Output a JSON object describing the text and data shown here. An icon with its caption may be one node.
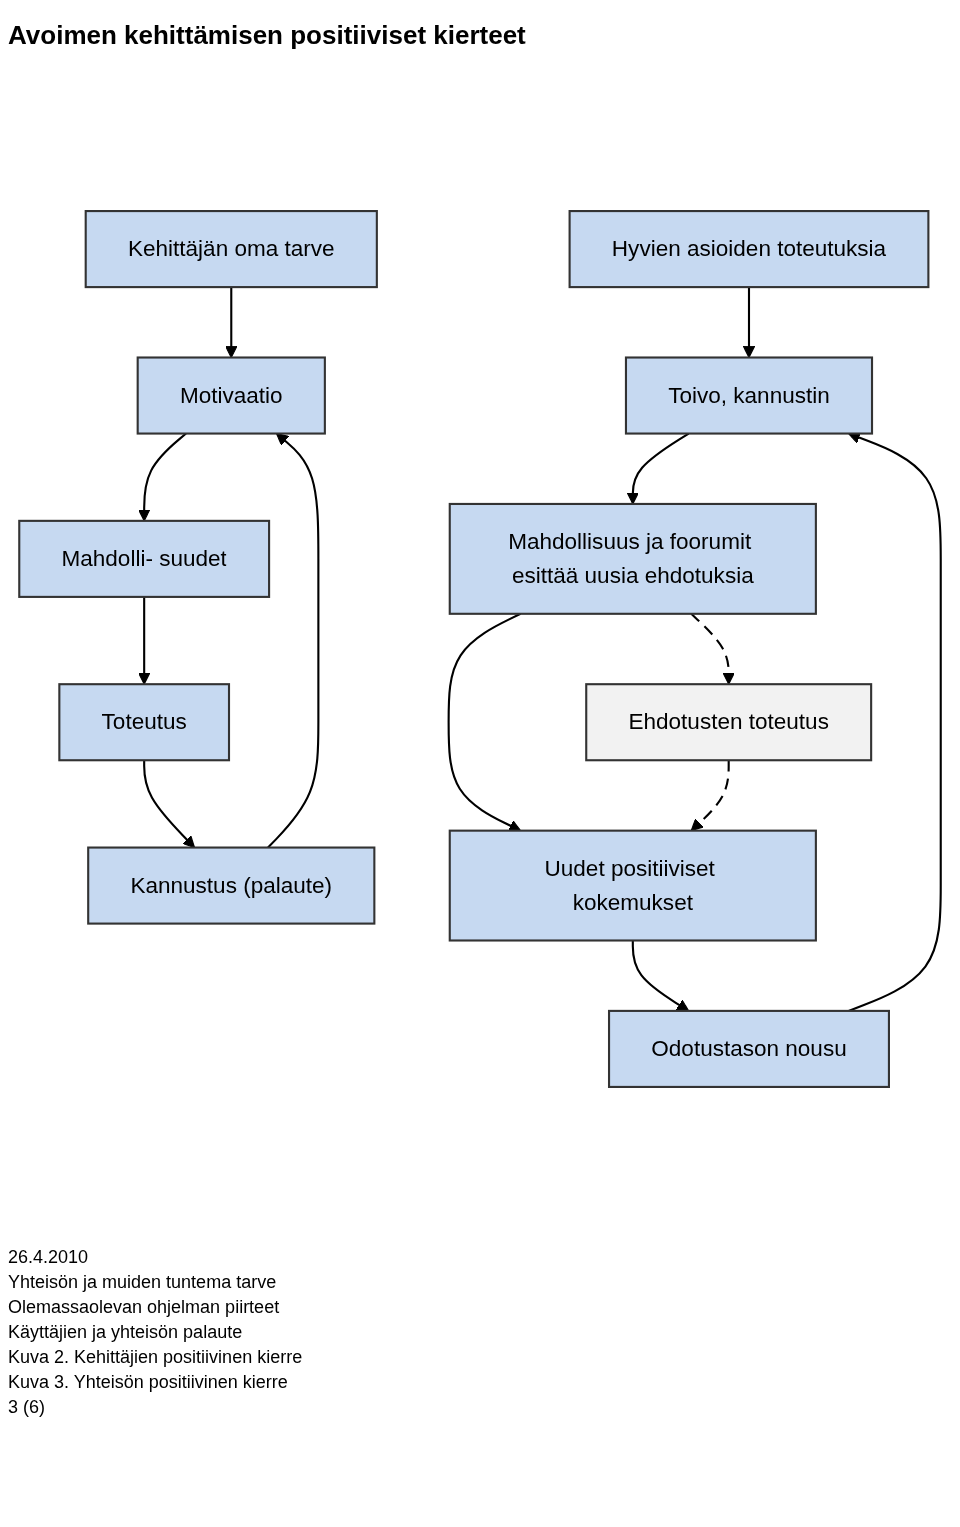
{
  "diagram": {
    "title": "Avoimen kehittämisen positiiviset kierteet",
    "nodes": [
      {
        "text": [
          "Kehittäjän oma tarve"
        ]
      },
      {
        "text": [
          "Motivaatio"
        ]
      },
      {
        "text": [
          "Mahdolli- suudet"
        ]
      },
      {
        "text": [
          "Toteutus"
        ]
      },
      {
        "text": [
          "Kannustus (palaute)"
        ]
      },
      {
        "text": [
          "Hyvien asioiden toteutuksia"
        ]
      },
      {
        "text": [
          "Toivo, kannustin"
        ]
      },
      {
        "text": [
          "Mahdollisuus ja foorumit esittää uusia ehdotuksia"
        ]
      },
      {
        "text": [
          "Uudet positiiviset kokemukset"
        ]
      },
      {
        "text": [
          "Odotustason nousu"
        ]
      },
      {
        "text": [
          "Ehdotusten toteutus"
        ]
      }
    ],
    "edges": [
      {
        "from": 0,
        "to": 1,
        "arrow": "to"
      },
      {
        "from": 1,
        "to": 2,
        "arrow": "to"
      },
      {
        "from": 2,
        "to": 3,
        "arrow": "to"
      },
      {
        "from": 3,
        "to": 4,
        "arrow": "to"
      },
      {
        "from": 4,
        "to": 1,
        "arrow": "to"
      },
      {
        "from": 5,
        "to": 6,
        "arrow": "to"
      },
      {
        "from": 6,
        "to": 7,
        "arrow": "to"
      },
      {
        "from": 7,
        "to": 8,
        "arrow": "to"
      },
      {
        "from": 8,
        "to": 9,
        "arrow": "to"
      },
      {
        "from": 9,
        "to": 6,
        "arrow": "to"
      },
      {
        "from": 7,
        "to": 10,
        "arrow": "to",
        "style": "dashed"
      },
      {
        "from": 10,
        "to": 8,
        "arrow": "to",
        "style": "dashed"
      }
    ],
    "labels": [
      "26.4.2010",
      "Yhteisön ja muiden tuntema tarve",
      "Olemassaolevan ohjelman piirteet",
      "Käyttäjien ja yhteisön palaute",
      "Kuva 2. Kehittäjien positiivinen kierre",
      "Kuva 3. Yhteisön positiivinen kierre",
      "3 (6)"
    ]
  }
}
